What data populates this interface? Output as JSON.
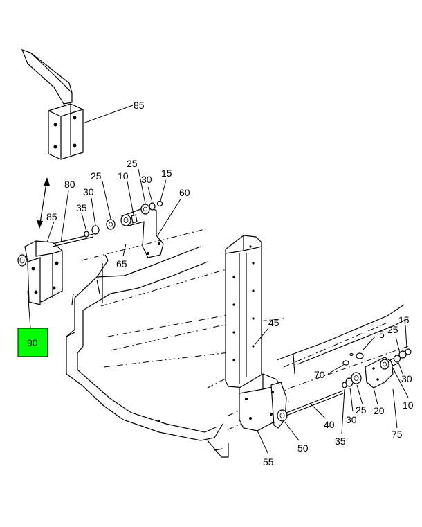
{
  "callouts": [
    {
      "id": "c85a",
      "label": "85"
    },
    {
      "id": "c80",
      "label": "80"
    },
    {
      "id": "c85b",
      "label": "85"
    },
    {
      "id": "c35a",
      "label": "35"
    },
    {
      "id": "c30a",
      "label": "30"
    },
    {
      "id": "c25a",
      "label": "25"
    },
    {
      "id": "c10a",
      "label": "10"
    },
    {
      "id": "c25b",
      "label": "25"
    },
    {
      "id": "c30b",
      "label": "30"
    },
    {
      "id": "c15a",
      "label": "15"
    },
    {
      "id": "c60",
      "label": "60"
    },
    {
      "id": "c65",
      "label": "65"
    },
    {
      "id": "c90",
      "label": "90"
    },
    {
      "id": "c45",
      "label": "45"
    },
    {
      "id": "c5",
      "label": "5"
    },
    {
      "id": "c15b",
      "label": "15"
    },
    {
      "id": "c25c",
      "label": "25"
    },
    {
      "id": "c70",
      "label": "70"
    },
    {
      "id": "c30c",
      "label": "30"
    },
    {
      "id": "c25d",
      "label": "25"
    },
    {
      "id": "c10b",
      "label": "10"
    },
    {
      "id": "c20",
      "label": "20"
    },
    {
      "id": "c40",
      "label": "40"
    },
    {
      "id": "c30d",
      "label": "30"
    },
    {
      "id": "c35b",
      "label": "35"
    },
    {
      "id": "c75",
      "label": "75"
    },
    {
      "id": "c50",
      "label": "50"
    },
    {
      "id": "c55",
      "label": "55"
    }
  ],
  "colors": {
    "highlight": "#00ff00",
    "line": "#000000",
    "background": "#ffffff"
  }
}
